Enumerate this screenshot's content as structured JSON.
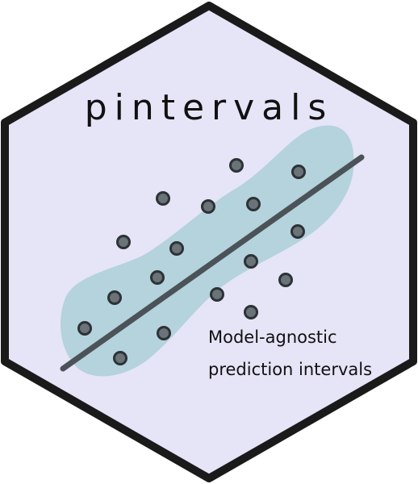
{
  "logo": {
    "title": "pintervals",
    "tagline_line1": "Model-agnostic",
    "tagline_line2": "prediction intervals"
  },
  "colors": {
    "hex_fill": "#e6e4f7",
    "hex_border": "#1a1a1a",
    "band_fill": "#b4d3dc",
    "line_stroke": "#4b5358",
    "point_fill": "#6a7378",
    "point_stroke": "#2d3236",
    "text": "#111111"
  }
}
